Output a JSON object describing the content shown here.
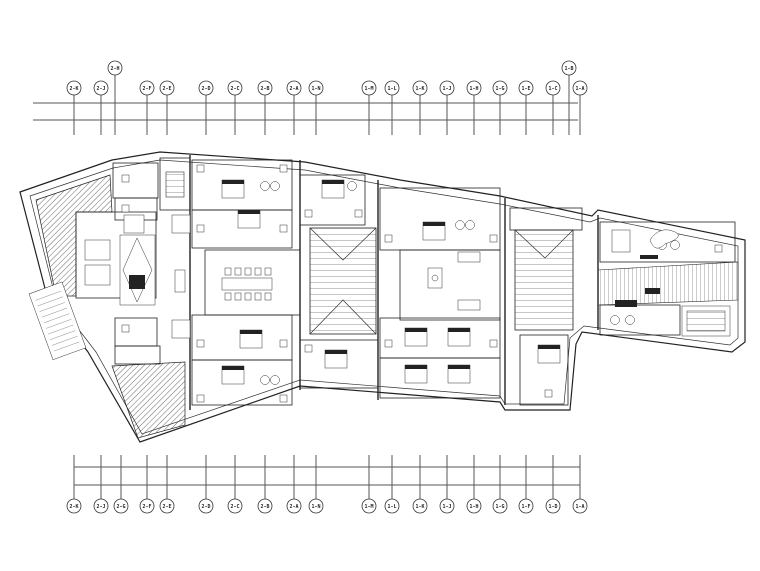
{
  "drawing": {
    "type": "architectural floor plan",
    "top_axis_labels": [
      "2-K",
      "2-J",
      "2-H",
      "2-F",
      "2-E",
      "2-D",
      "2-C",
      "2-B",
      "2-A",
      "1-N",
      "1-M",
      "1-L",
      "1-K",
      "1-J",
      "1-H",
      "1-G",
      "1-E",
      "1-C",
      "1-B",
      "1-A"
    ],
    "bottom_axis_labels": [
      "2-K",
      "2-J",
      "2-G",
      "2-F",
      "2-E",
      "2-D",
      "2-C",
      "2-B",
      "2-A",
      "1-N",
      "1-M",
      "1-L",
      "1-K",
      "1-J",
      "1-H",
      "1-G",
      "1-F",
      "1-D",
      "1-A"
    ]
  }
}
